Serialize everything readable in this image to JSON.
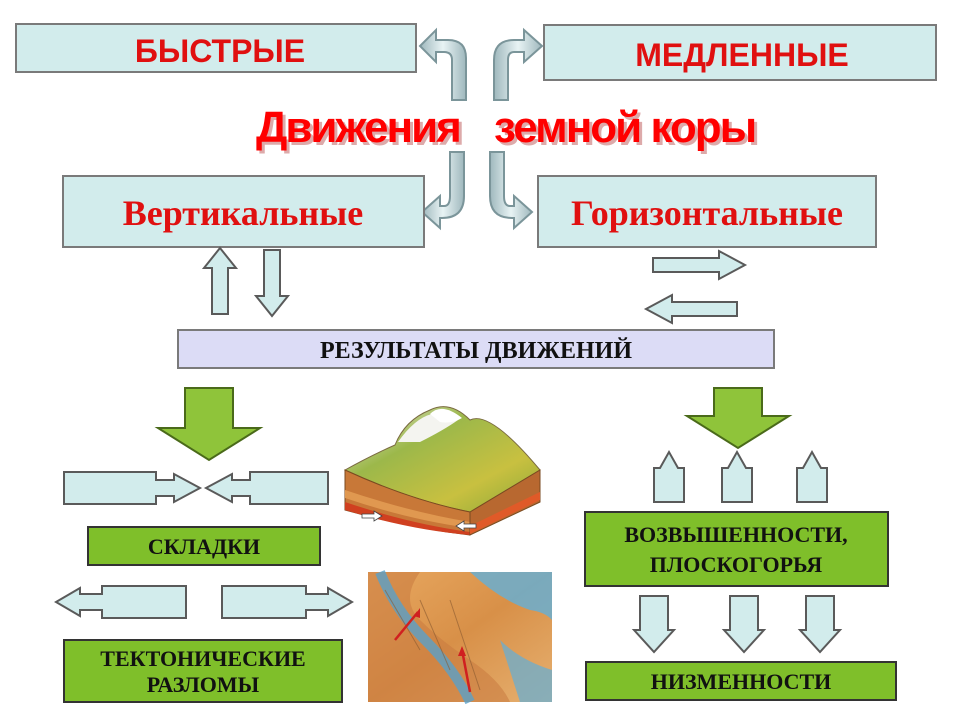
{
  "top": {
    "fast_label": "БЫСТРЫЕ",
    "slow_label": "МЕДЛЕННЫЕ"
  },
  "title": {
    "word1": "Движения",
    "word2": "земной коры"
  },
  "directions": {
    "vertical_label": "Вертикальные",
    "horizontal_label": "Горизонтальные"
  },
  "results": {
    "label": "РЕЗУЛЬТАТЫ ДВИЖЕНИЙ"
  },
  "left_results": {
    "folds_label": "СКЛАДКИ",
    "faults_line1": "ТЕКТОНИЧЕСКИЕ",
    "faults_line2": "РАЗЛОМЫ"
  },
  "right_results": {
    "uplands_line1": "ВОЗВЫШЕННОСТИ,",
    "uplands_line2": "ПЛОСКОГОРЬЯ",
    "lowlands_label": "НИЗМЕННОСТИ"
  },
  "colors": {
    "light_blue_box": "#d2ecec",
    "lavender_box": "#dcdcf6",
    "green_box": "#7fbf2a",
    "title_red": "#ff0000",
    "label_red": "#e01010",
    "arrow_green": "#8fc43a"
  }
}
